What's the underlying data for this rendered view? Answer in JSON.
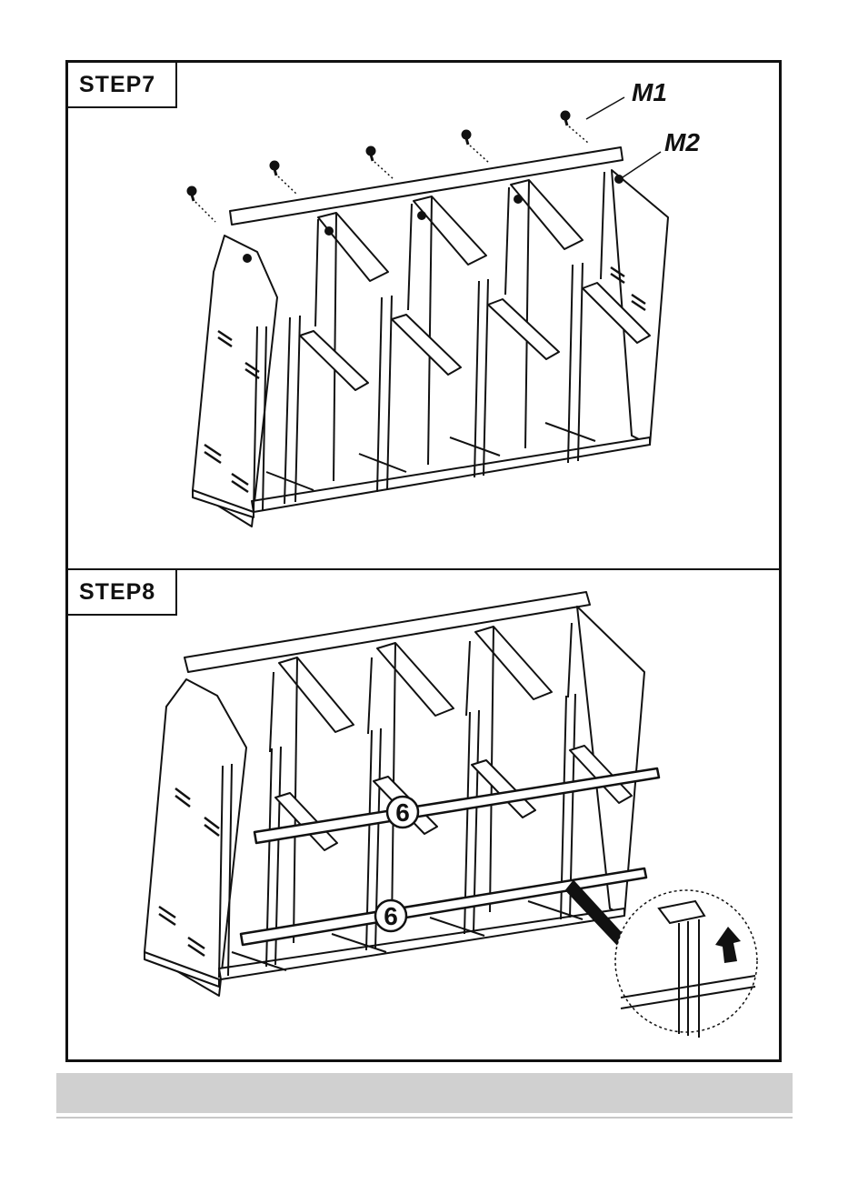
{
  "steps": [
    {
      "label": "STEP7",
      "callouts": {
        "screw": "M1",
        "bolt": "M2"
      }
    },
    {
      "label": "STEP8",
      "part_number": "6",
      "part_number_2": "6"
    }
  ]
}
